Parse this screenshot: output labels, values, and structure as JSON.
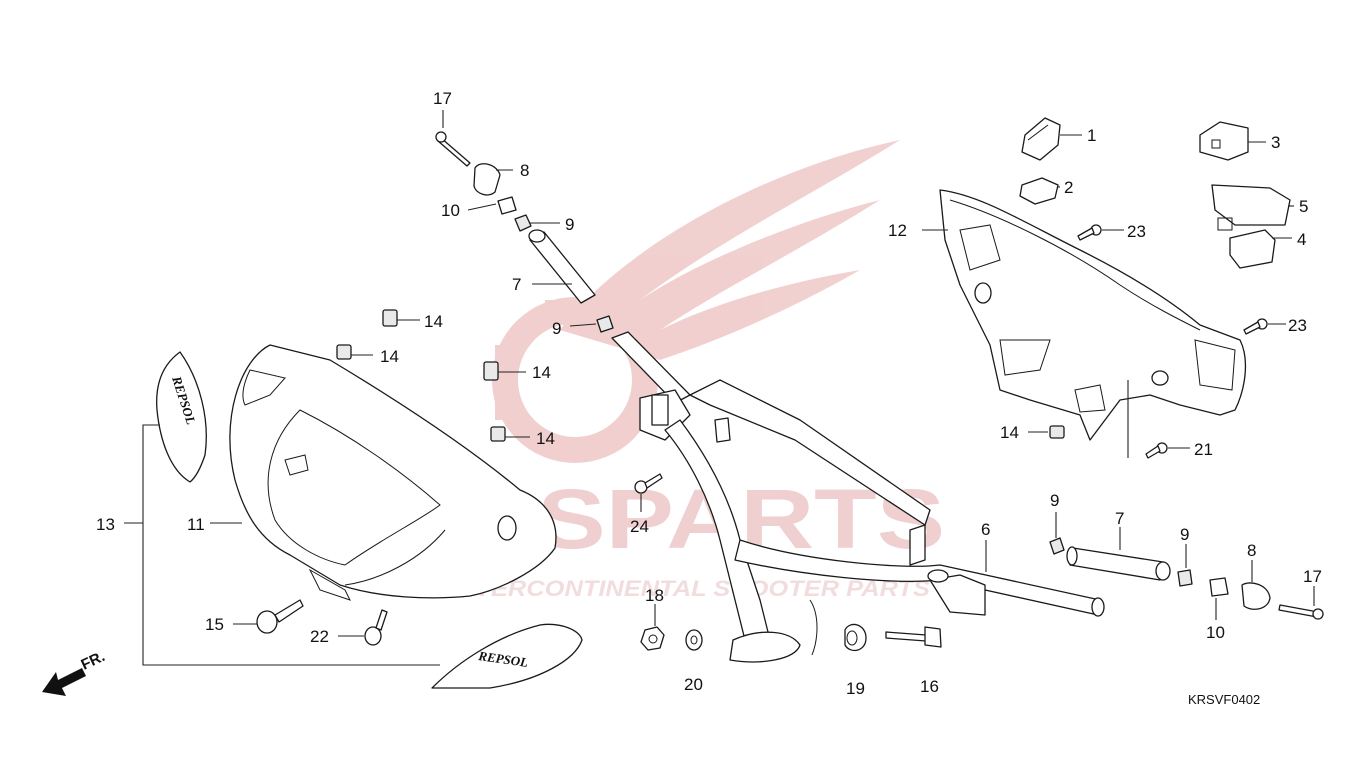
{
  "watermark": {
    "brand": "ICSPARTS",
    "tagline": "INTERCONTINENTAL SCOOTER PARTS",
    "color": "#e8b8b8"
  },
  "decal_text": "REPSOL",
  "direction_label": "FR.",
  "diagram_code": "KRSVF0402",
  "callouts": [
    {
      "id": "c17a",
      "text": "17"
    },
    {
      "id": "c8a",
      "text": "8"
    },
    {
      "id": "c10a",
      "text": "10"
    },
    {
      "id": "c9a",
      "text": "9"
    },
    {
      "id": "c7a",
      "text": "7"
    },
    {
      "id": "c9b",
      "text": "9"
    },
    {
      "id": "c14a",
      "text": "14"
    },
    {
      "id": "c14b",
      "text": "14"
    },
    {
      "id": "c14c",
      "text": "14"
    },
    {
      "id": "c14d",
      "text": "14"
    },
    {
      "id": "c24",
      "text": "24"
    },
    {
      "id": "c13",
      "text": "13"
    },
    {
      "id": "c11",
      "text": "11"
    },
    {
      "id": "c15",
      "text": "15"
    },
    {
      "id": "c22",
      "text": "22"
    },
    {
      "id": "c18",
      "text": "18"
    },
    {
      "id": "c20",
      "text": "20"
    },
    {
      "id": "c19",
      "text": "19"
    },
    {
      "id": "c16",
      "text": "16"
    },
    {
      "id": "c6",
      "text": "6"
    },
    {
      "id": "c1",
      "text": "1"
    },
    {
      "id": "c2",
      "text": "2"
    },
    {
      "id": "c3",
      "text": "3"
    },
    {
      "id": "c5",
      "text": "5"
    },
    {
      "id": "c4",
      "text": "4"
    },
    {
      "id": "c23a",
      "text": "23"
    },
    {
      "id": "c23b",
      "text": "23"
    },
    {
      "id": "c12",
      "text": "12"
    },
    {
      "id": "c14e",
      "text": "14"
    },
    {
      "id": "c21",
      "text": "21"
    },
    {
      "id": "c9c",
      "text": "9"
    },
    {
      "id": "c7b",
      "text": "7"
    },
    {
      "id": "c9d",
      "text": "9"
    },
    {
      "id": "c8b",
      "text": "8"
    },
    {
      "id": "c17b",
      "text": "17"
    },
    {
      "id": "c10b",
      "text": "10"
    }
  ]
}
